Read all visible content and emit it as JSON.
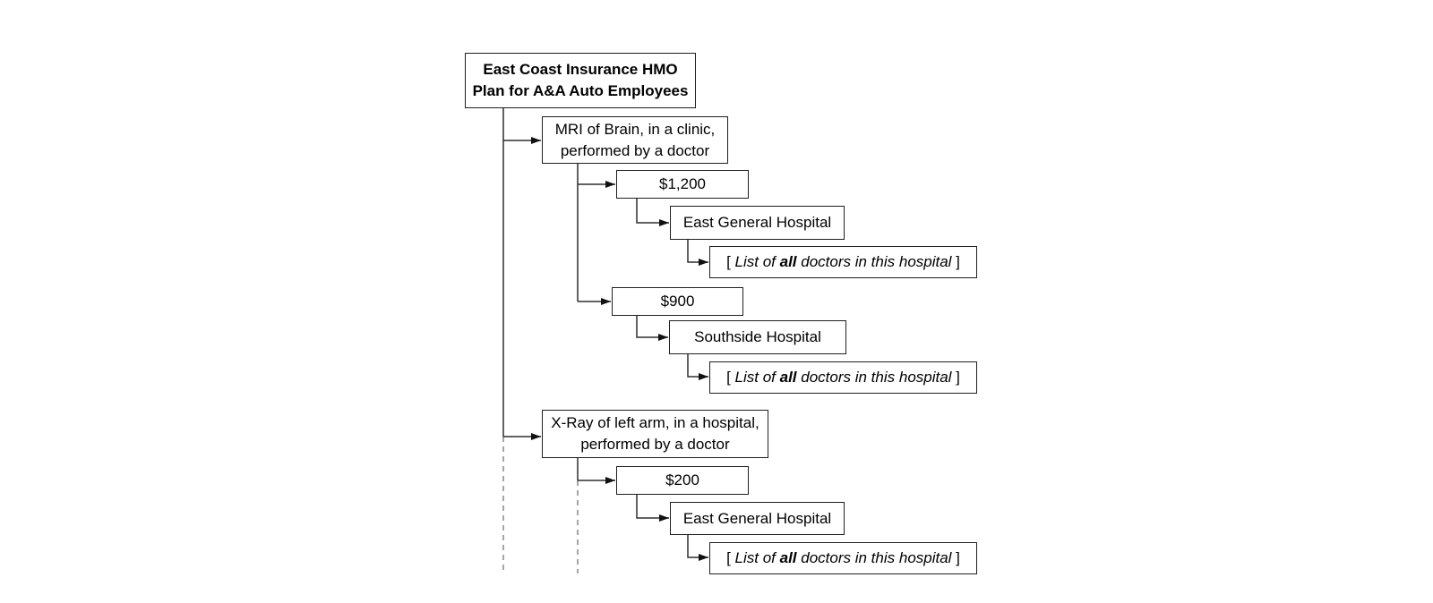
{
  "colors": {
    "background": "#ffffff",
    "box_border": "#1f1f1f",
    "text": "#000000",
    "solid_line": "#2e2e2e",
    "dashed_line": "#878787"
  },
  "diagram": {
    "root": {
      "line1": "East Coast Insurance HMO",
      "line2": "Plan for A&A Auto Employees"
    },
    "doctor_list": {
      "open": "[ ",
      "italic_lead": "List of ",
      "bold_word": "all",
      "italic_tail": " doctors in this hospital",
      "close": " ]"
    },
    "branches": [
      {
        "service": {
          "line1": "MRI of Brain, in a clinic,",
          "line2": "performed by a doctor"
        },
        "options": [
          {
            "price": "$1,200",
            "hospital": "East General Hospital"
          },
          {
            "price": "$900",
            "hospital": "Southside Hospital"
          }
        ]
      },
      {
        "service": {
          "line1": "X-Ray of left arm, in a hospital,",
          "line2": "performed by a doctor"
        },
        "options": [
          {
            "price": "$200",
            "hospital": "East General Hospital"
          }
        ]
      }
    ]
  }
}
